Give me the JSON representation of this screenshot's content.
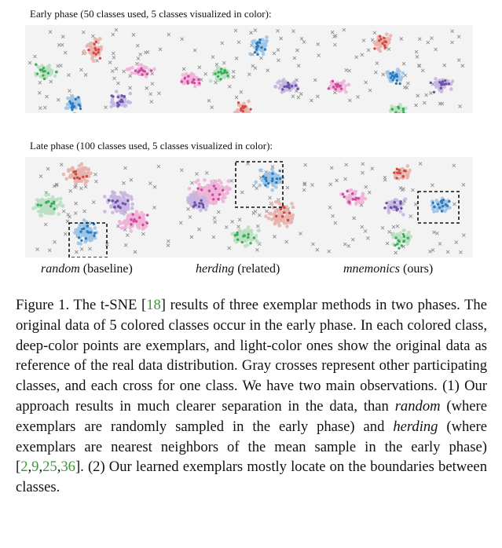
{
  "early_phase_label": "Early phase (50 classes used, 5 classes visualized in color):",
  "late_phase_label": "Late phase (100 classes used, 5 classes visualized in color):",
  "captions": [
    {
      "method": "random",
      "note": "(baseline)"
    },
    {
      "method": "herding",
      "note": "(related)"
    },
    {
      "method": "mnemonics",
      "note": "(ours)"
    }
  ],
  "figure_caption": {
    "p1": "Figure 1. The t-SNE [",
    "ref1": "18",
    "p2": "] results of three exemplar methods in two phases. The original data of 5 colored classes occur in the early phase. In each colored class, deep-color points are exemplars, and light-color ones show the original data as reference of the real data distribution. Gray crosses represent other participating classes, and each cross for one class. We have two main observations. (1) Our approach results in much clearer separation in the data, than ",
    "it1": "random",
    "p3": " (where exemplars are randomly sampled in the early phase) and ",
    "it2": "herding",
    "p4": " (where exemplars are nearest neighbors of the mean sample in the early phase) [",
    "ref2": "2",
    "sep1": ",",
    "ref3": "9",
    "sep2": ",",
    "ref4": "25",
    "sep3": ",",
    "ref5": "36",
    "p5": "]. (2) Our learned exemplars mostly locate on the boundaries between classes."
  },
  "colors": {
    "red": "#d24a43",
    "blue": "#2b7bc2",
    "green": "#3cae57",
    "purple": "#6c53a8",
    "pink": "#d04a9c",
    "red_light": "#e7b4ad",
    "blue_light": "#9cc4e6",
    "green_light": "#b9e0c2",
    "purple_light": "#c6b6e0",
    "pink_light": "#eeb2d8",
    "cross": "#8e8e8e"
  }
}
